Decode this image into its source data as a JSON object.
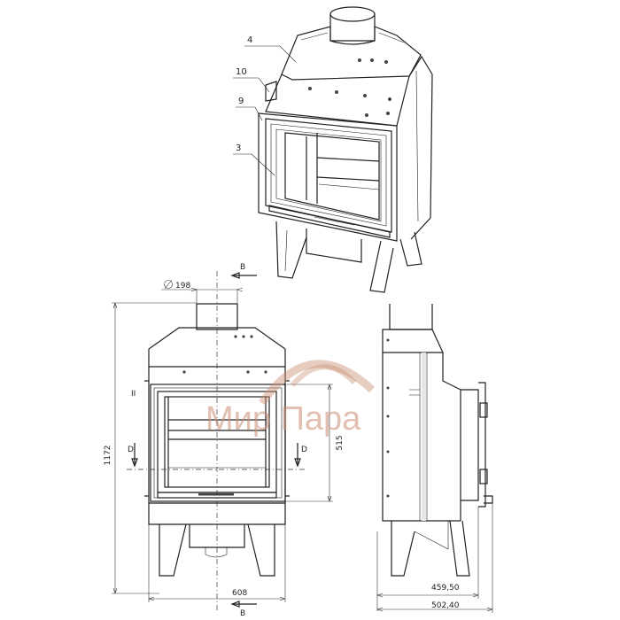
{
  "callouts": [
    {
      "id": "c4",
      "label": "4"
    },
    {
      "id": "c10",
      "label": "10"
    },
    {
      "id": "c9",
      "label": "9"
    },
    {
      "id": "c3",
      "label": "3"
    }
  ],
  "section_marks": {
    "b_top": "B",
    "b_bottom": "B",
    "d_left": "D",
    "d_right": "D",
    "ii": "II"
  },
  "dimensions": {
    "flue_diameter": "198",
    "overall_height": "1172",
    "door_height": "515",
    "overall_width": "608",
    "depth_body": "459,50",
    "depth_total": "502,40"
  },
  "watermark": {
    "text": "Мир Пара",
    "color": "#c98e73"
  },
  "colors": {
    "line": "#222222",
    "watermark": "#c98e73"
  }
}
